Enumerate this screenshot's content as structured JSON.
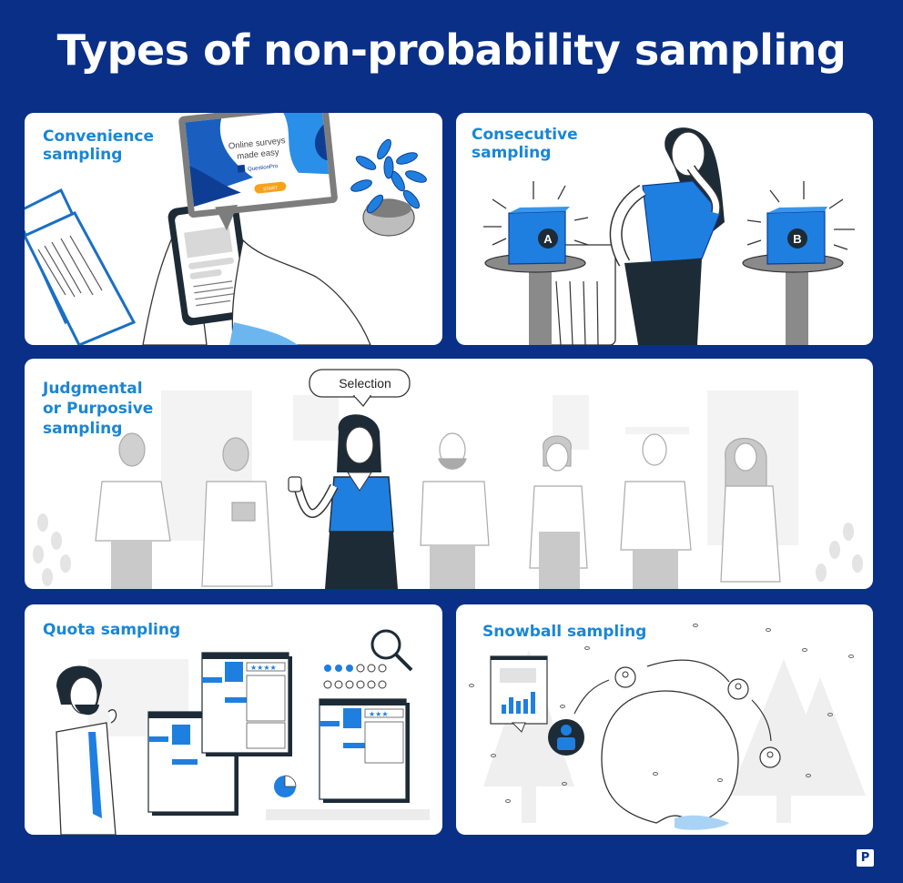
{
  "title": "Types of non-probability sampling",
  "colors": {
    "background": "#0a2f86",
    "card": "#ffffff",
    "accent_blue": "#1a86d4",
    "illustration_blue": "#1f7fe0",
    "dark": "#1d2b36",
    "gray": "#c9c9c9",
    "orange_button": "#f7a21b"
  },
  "cards": [
    {
      "id": "convenience",
      "label_lines": [
        "Convenience",
        "sampling"
      ],
      "illustration": {
        "tablet_text_line1": "Online surveys",
        "tablet_text_line2": "made easy",
        "brand": "QuestionPro",
        "button": "START"
      }
    },
    {
      "id": "consecutive",
      "label_lines": [
        "Consecutive",
        "sampling"
      ],
      "illustration": {
        "box_a": "A",
        "box_b": "B"
      }
    },
    {
      "id": "judgmental",
      "label_lines": [
        "Judgmental",
        "or Purposive",
        "sampling"
      ],
      "illustration": {
        "speech_bubble": "Selection"
      }
    },
    {
      "id": "quota",
      "label_lines": [
        "Quota sampling"
      ]
    },
    {
      "id": "snowball",
      "label_lines": [
        "Snowball sampling"
      ]
    }
  ],
  "footer": {
    "logo_glyph": "P"
  }
}
